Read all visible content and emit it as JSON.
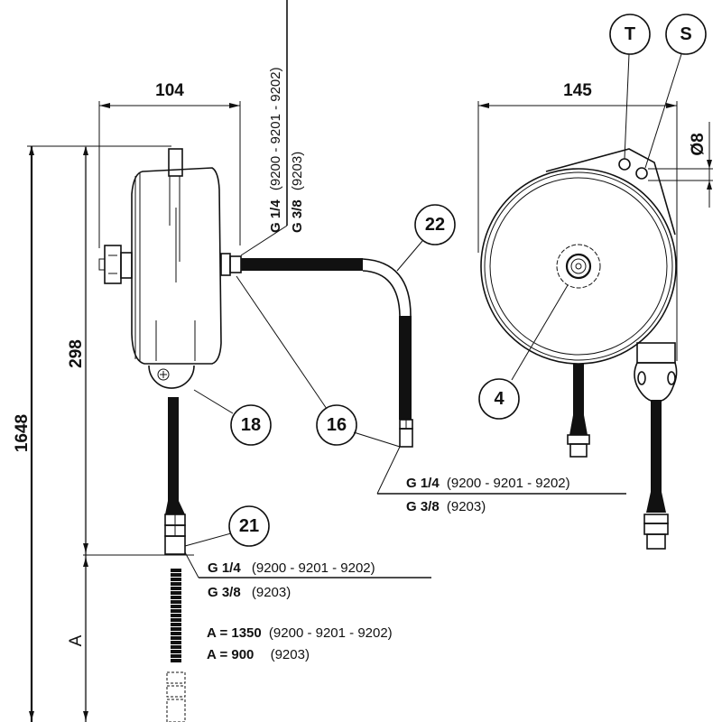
{
  "drawing": {
    "type": "technical-drawing",
    "subject": "hose reel / tool balancer dimension drawing",
    "colors": {
      "ink": "#111111",
      "background": "#ffffff"
    }
  },
  "dimensions": {
    "width_side": "104",
    "width_front": "145",
    "total_height": "1648",
    "body_height": "298",
    "hole_diameter": "Ø8",
    "hose_length_symbol": "A"
  },
  "balloons": {
    "t": "T",
    "s": "S",
    "b22": "22",
    "b4": "4",
    "b18": "18",
    "b16": "16",
    "b21": "21"
  },
  "thread_notes": {
    "inlet": {
      "line1_bold": "G 1/4",
      "line1_rest": "(9200 - 9201 - 9202)",
      "line2_bold": "G 3/8",
      "line2_rest": "(9203)"
    },
    "hose_end": {
      "line1_bold": "G 1/4",
      "line1_rest": "(9200 - 9201 - 9202)",
      "line2_bold": "G 3/8",
      "line2_rest": "(9203)"
    },
    "outlet": {
      "line1_bold": "G 1/4",
      "line1_rest": "(9200 - 9201 - 9202)",
      "line2_bold": "G 3/8",
      "line2_rest": "(9203)"
    }
  },
  "length_notes": [
    {
      "bold": "A = 1350",
      "rest": "(9200 - 9201 - 9202)"
    },
    {
      "bold": "A = 900",
      "rest": "(9203)"
    }
  ]
}
